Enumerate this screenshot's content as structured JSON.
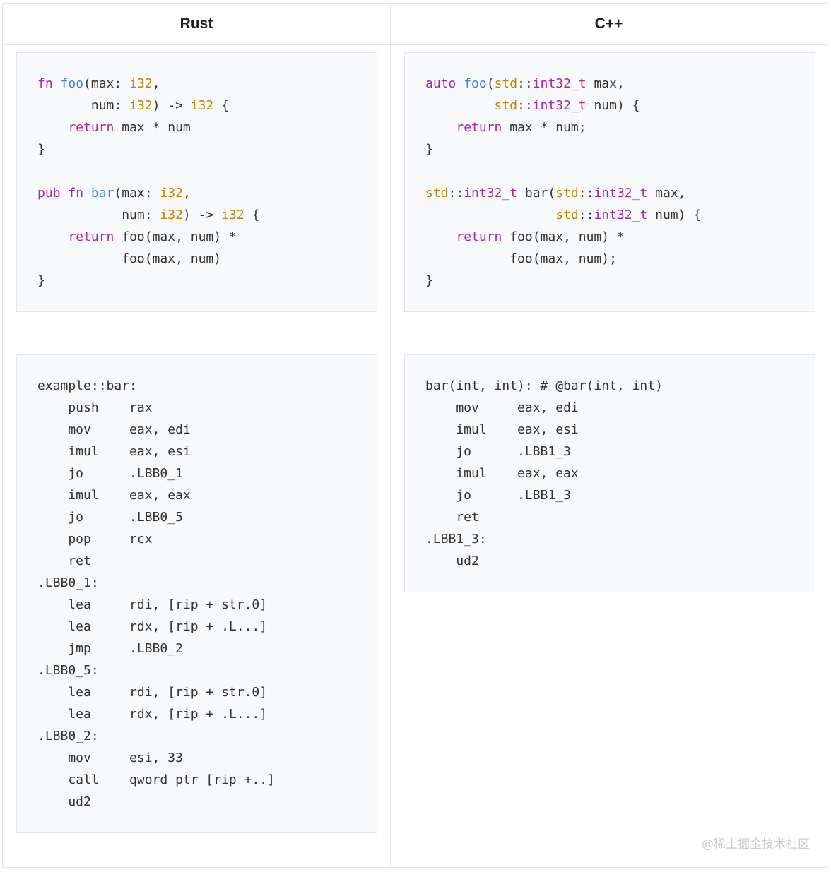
{
  "table": {
    "headers": [
      "Rust",
      "C++"
    ]
  },
  "rust_source": [
    [
      [
        "kw",
        "fn"
      ],
      [
        "t",
        " "
      ],
      [
        "fn",
        "foo"
      ],
      [
        "t",
        "(max: "
      ],
      [
        "ty",
        "i32"
      ],
      [
        "t",
        ","
      ]
    ],
    [
      [
        "t",
        "       num: "
      ],
      [
        "ty",
        "i32"
      ],
      [
        "t",
        ") -> "
      ],
      [
        "ty",
        "i32"
      ],
      [
        "t",
        " {"
      ]
    ],
    [
      [
        "t",
        "    "
      ],
      [
        "kw",
        "return"
      ],
      [
        "t",
        " max * num"
      ]
    ],
    [
      [
        "t",
        "}"
      ]
    ],
    [
      [
        "t",
        ""
      ]
    ],
    [
      [
        "kw",
        "pub"
      ],
      [
        "t",
        " "
      ],
      [
        "kw",
        "fn"
      ],
      [
        "t",
        " "
      ],
      [
        "fn",
        "bar"
      ],
      [
        "t",
        "(max: "
      ],
      [
        "ty",
        "i32"
      ],
      [
        "t",
        ","
      ]
    ],
    [
      [
        "t",
        "           num: "
      ],
      [
        "ty",
        "i32"
      ],
      [
        "t",
        ") -> "
      ],
      [
        "ty",
        "i32"
      ],
      [
        "t",
        " {"
      ]
    ],
    [
      [
        "t",
        "    "
      ],
      [
        "kw",
        "return"
      ],
      [
        "t",
        " foo(max, num) *"
      ]
    ],
    [
      [
        "t",
        "           foo(max, num)"
      ]
    ],
    [
      [
        "t",
        "}"
      ]
    ]
  ],
  "cpp_source": [
    [
      [
        "kw",
        "auto"
      ],
      [
        "t",
        " "
      ],
      [
        "fn",
        "foo"
      ],
      [
        "t",
        "("
      ],
      [
        "ty",
        "std"
      ],
      [
        "t",
        "::"
      ],
      [
        "kw",
        "int32_t"
      ],
      [
        "t",
        " max,"
      ]
    ],
    [
      [
        "t",
        "         "
      ],
      [
        "ty",
        "std"
      ],
      [
        "t",
        "::"
      ],
      [
        "kw",
        "int32_t"
      ],
      [
        "t",
        " num) {"
      ]
    ],
    [
      [
        "t",
        "    "
      ],
      [
        "kw",
        "return"
      ],
      [
        "t",
        " max * num;"
      ]
    ],
    [
      [
        "t",
        "}"
      ]
    ],
    [
      [
        "t",
        ""
      ]
    ],
    [
      [
        "ty",
        "std"
      ],
      [
        "t",
        "::"
      ],
      [
        "kw",
        "int32_t"
      ],
      [
        "t",
        " bar("
      ],
      [
        "ty",
        "std"
      ],
      [
        "t",
        "::"
      ],
      [
        "kw",
        "int32_t"
      ],
      [
        "t",
        " max,"
      ]
    ],
    [
      [
        "t",
        "                 "
      ],
      [
        "ty",
        "std"
      ],
      [
        "t",
        "::"
      ],
      [
        "kw",
        "int32_t"
      ],
      [
        "t",
        " num) {"
      ]
    ],
    [
      [
        "t",
        "    "
      ],
      [
        "kw",
        "return"
      ],
      [
        "t",
        " foo(max, num) *"
      ]
    ],
    [
      [
        "t",
        "           foo(max, num);"
      ]
    ],
    [
      [
        "t",
        "}"
      ]
    ]
  ],
  "rust_asm": [
    "example::bar:",
    "    push    rax",
    "    mov     eax, edi",
    "    imul    eax, esi",
    "    jo      .LBB0_1",
    "    imul    eax, eax",
    "    jo      .LBB0_5",
    "    pop     rcx",
    "    ret",
    ".LBB0_1:",
    "    lea     rdi, [rip + str.0]",
    "    lea     rdx, [rip + .L...]",
    "    jmp     .LBB0_2",
    ".LBB0_5:",
    "    lea     rdi, [rip + str.0]",
    "    lea     rdx, [rip + .L...]",
    ".LBB0_2:",
    "    mov     esi, 33",
    "    call    qword ptr [rip +..]",
    "    ud2"
  ],
  "cpp_asm": [
    "bar(int, int): # @bar(int, int)",
    "    mov     eax, edi",
    "    imul    eax, esi",
    "    jo      .LBB1_3",
    "    imul    eax, eax",
    "    jo      .LBB1_3",
    "    ret",
    ".LBB1_3:",
    "    ud2"
  ],
  "watermark": "@稀土掘金技术社区"
}
